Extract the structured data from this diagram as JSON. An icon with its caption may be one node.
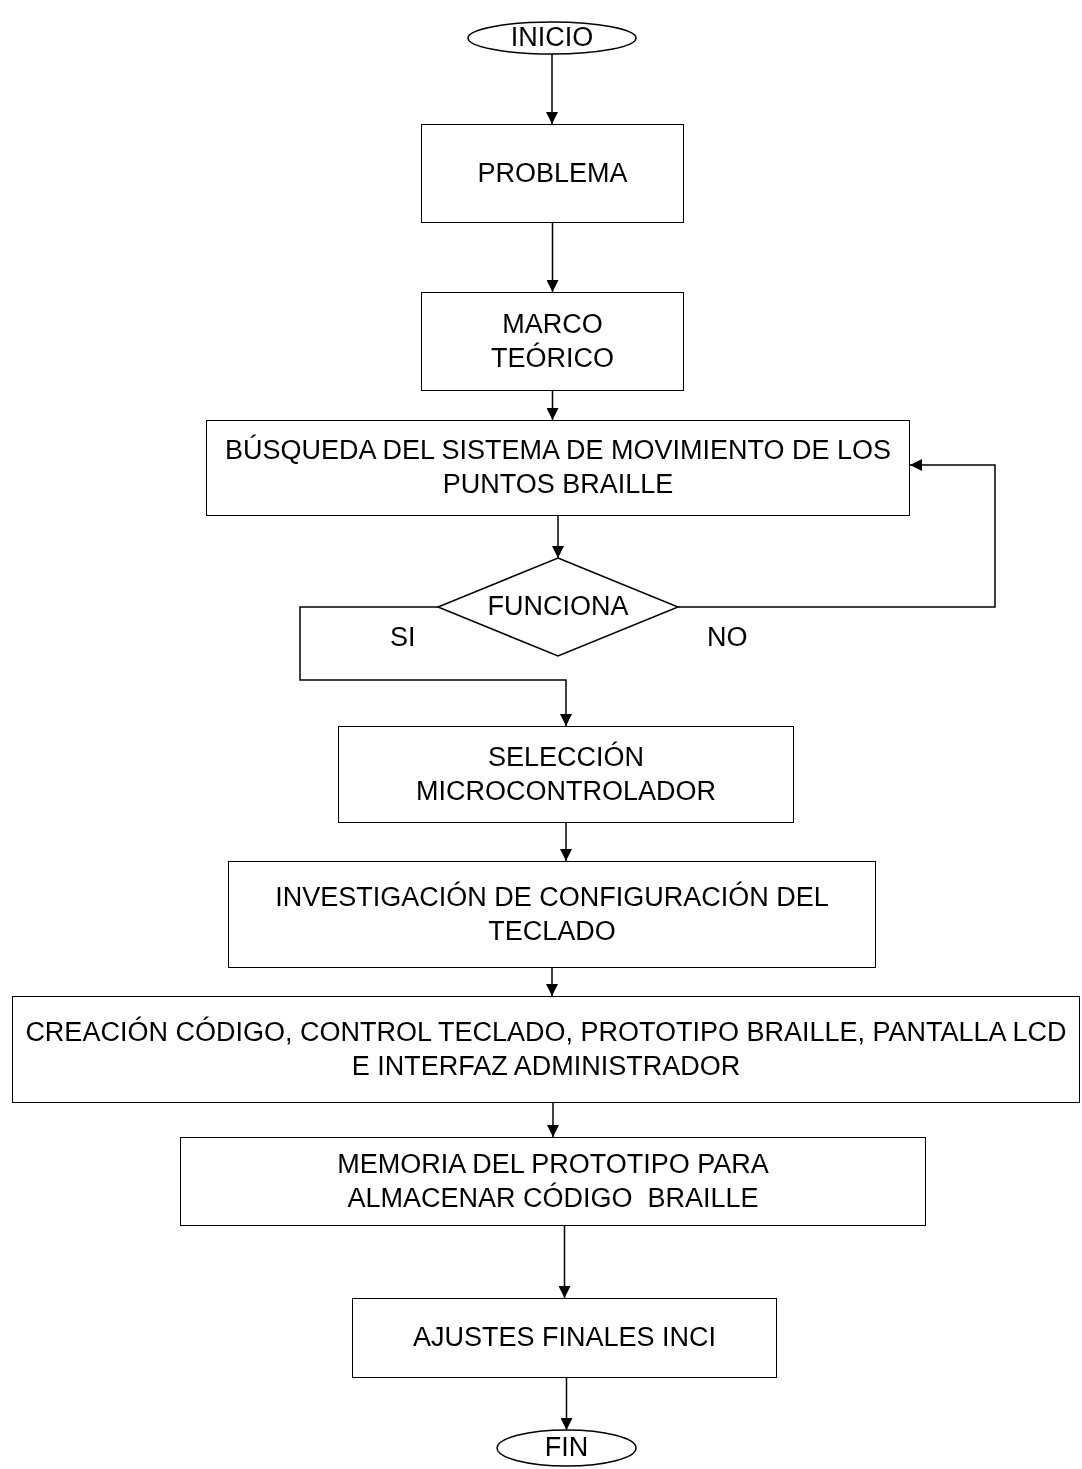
{
  "diagram": {
    "nodes": [
      {
        "text": [
          "INICIO"
        ]
      },
      {
        "text": [
          "PROBLEMA"
        ]
      },
      {
        "text": [
          "MARCO TEÓRICO"
        ]
      },
      {
        "text": [
          "BÚSQUEDA DEL SISTEMA DE MOVIMIENTO DE LOS PUNTOS BRAILLE"
        ]
      },
      {
        "text": [
          "FUNCIONA"
        ]
      },
      {
        "text": [
          "SELECCIÓN MICROCONTROLADOR"
        ]
      },
      {
        "text": [
          "INVESTIGACIÓN DE CONFIGURACIÓN DEL TECLADO"
        ]
      },
      {
        "text": [
          "CREACIÓN CÓDIGO, CONTROL TECLADO, PROTOTIPO BRAILLE, PANTALLA LCD E INTERFAZ ADMINISTRADOR"
        ]
      },
      {
        "text": [
          "MEMORIA DEL PROTOTIPO PARA ALMACENAR CÓDIGO  BRAILLE"
        ]
      },
      {
        "text": [
          "AJUSTES FINALES INCI"
        ]
      },
      {
        "text": [
          "FIN"
        ]
      }
    ],
    "edges": [
      {
        "from": 0,
        "to": 1,
        "arrow": "to"
      },
      {
        "from": 1,
        "to": 2,
        "arrow": "to"
      },
      {
        "from": 2,
        "to": 3,
        "arrow": "to"
      },
      {
        "from": 3,
        "to": 4,
        "arrow": "to"
      },
      {
        "from": 4,
        "to": 3,
        "arrow": "to",
        "label": "NO"
      },
      {
        "from": 4,
        "to": 5,
        "arrow": "to",
        "label": "SI"
      },
      {
        "from": 5,
        "to": 6,
        "arrow": "to"
      },
      {
        "from": 6,
        "to": 7,
        "arrow": "to"
      },
      {
        "from": 7,
        "to": 8,
        "arrow": "to"
      },
      {
        "from": 8,
        "to": 9,
        "arrow": "to"
      },
      {
        "from": 9,
        "to": 10,
        "arrow": "to"
      }
    ]
  }
}
